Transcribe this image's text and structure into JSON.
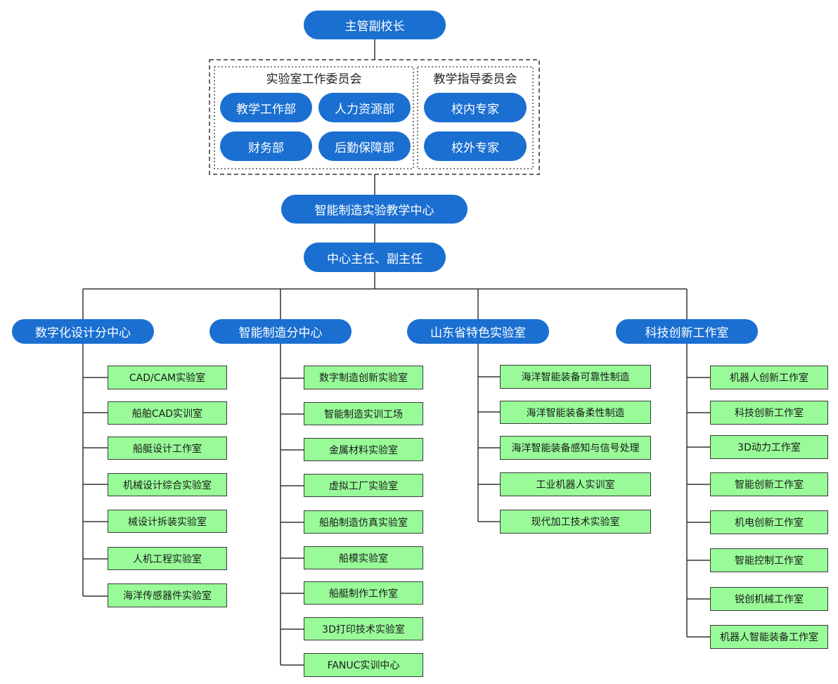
{
  "top": {
    "vice_principal": "主管副校长"
  },
  "committees": {
    "lab_committee": {
      "title": "实验室工作委员会",
      "members": [
        "教学工作部",
        "人力资源部",
        "财务部",
        "后勤保障部"
      ]
    },
    "teaching_committee": {
      "title": "教学指导委员会",
      "members": [
        "校内专家",
        "校外专家"
      ]
    }
  },
  "center": {
    "name": "智能制造实验教学中心",
    "directors": "中心主任、副主任"
  },
  "branches": [
    {
      "name": "数字化设计分中心",
      "labs": [
        "CAD/CAM实验室",
        "船舶CAD实训室",
        "船艇设计工作室",
        "机械设计综合实验室",
        "械设计拆装实验室",
        "人机工程实验室",
        "海洋传感器件实验室"
      ]
    },
    {
      "name": "智能制造分中心",
      "labs": [
        "数字制造创新实验室",
        "智能制造实训工场",
        "金属材料实验室",
        "虚拟工厂实验室",
        "船舶制造仿真实验室",
        "船模实验室",
        "船艇制作工作室",
        "3D打印技术实验室",
        "FANUC实训中心"
      ]
    },
    {
      "name": "山东省特色实验室",
      "labs": [
        "海洋智能装备可靠性制造",
        "海洋智能装备柔性制造",
        "海洋智能装备感知与信号处理",
        "工业机器人实训室",
        "现代加工技术实验室"
      ]
    },
    {
      "name": "科技创新工作室",
      "labs": [
        "机器人创新工作室",
        "科技创新工作室",
        "3D动力工作室",
        "智能创新工作室",
        "机电创新工作室",
        "智能控制工作室",
        "锐创机械工作室",
        "机器人智能装备工作室"
      ]
    }
  ],
  "colors": {
    "node_blue": "#1a6fd1",
    "lab_green": "#98fb98"
  }
}
